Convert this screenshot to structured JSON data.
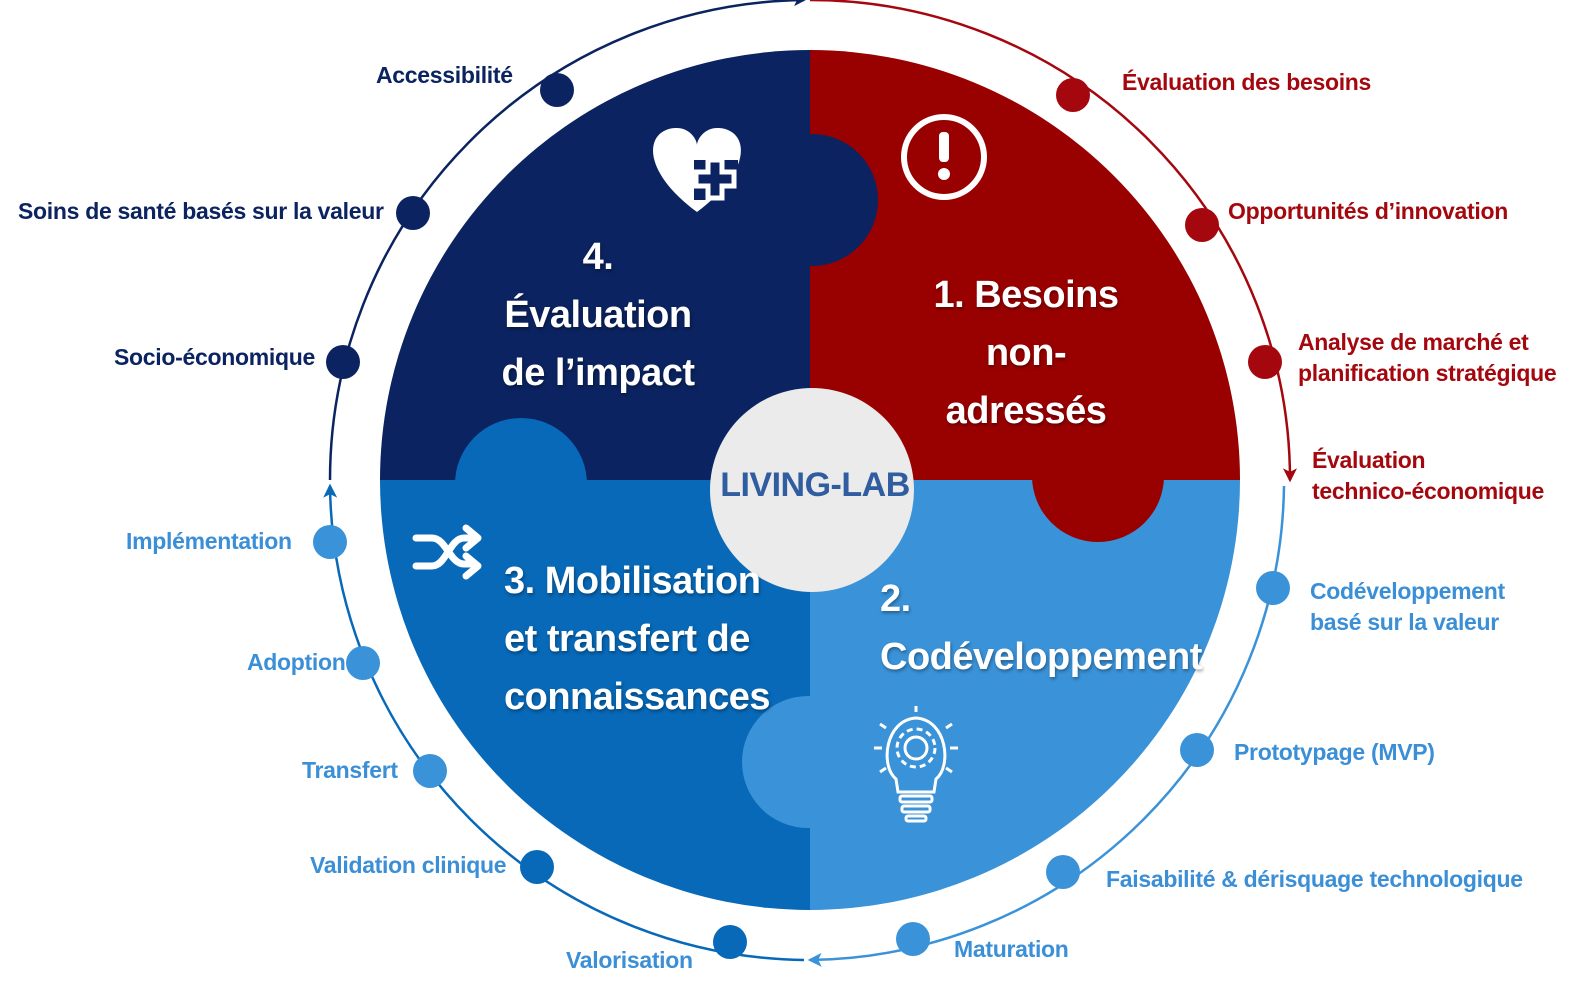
{
  "center": {
    "label": "LIVING-LAB"
  },
  "quadrants": [
    {
      "id": "q1",
      "lines": [
        "1. Besoins",
        "non-adressés"
      ],
      "color": "#990000",
      "icon": "exclamation-circle-icon"
    },
    {
      "id": "q2",
      "lines": [
        "2.",
        "Codéveloppement"
      ],
      "color": "#3a92d8",
      "icon": "lightbulb-gear-icon"
    },
    {
      "id": "q3",
      "lines": [
        "3. Mobilisation",
        "et transfert de",
        "connaissances"
      ],
      "color": "#0769b8",
      "icon": "shuffle-icon"
    },
    {
      "id": "q4",
      "lines": [
        "4.",
        "Évaluation",
        "de l’impact"
      ],
      "color": "#0b2360",
      "icon": "heart-plus-icon"
    }
  ],
  "ring_labels": {
    "red": {
      "color": "#a4080e",
      "items": [
        {
          "lines": [
            "Évaluation des besoins"
          ]
        },
        {
          "lines": [
            "Opportunités d’innovation"
          ]
        },
        {
          "lines": [
            "Analyse de marché et",
            "planification stratégique"
          ]
        },
        {
          "lines": [
            "Évaluation",
            "technico-économique"
          ]
        }
      ]
    },
    "lightblue": {
      "color": "#3b8fd6",
      "items": [
        {
          "lines": [
            "Codéveloppement",
            "basé sur la valeur"
          ]
        },
        {
          "lines": [
            "Prototypage (MVP)"
          ]
        },
        {
          "lines": [
            "Faisabilité & dérisquage technologique"
          ]
        },
        {
          "lines": [
            "Maturation"
          ]
        }
      ]
    },
    "blue": {
      "color": "#0769b8",
      "items": [
        {
          "lines": [
            "Valorisation"
          ]
        },
        {
          "lines": [
            "Validation clinique"
          ]
        },
        {
          "lines": [
            "Transfert"
          ]
        },
        {
          "lines": [
            "Adoption"
          ]
        },
        {
          "lines": [
            "Implémentation"
          ]
        }
      ]
    },
    "navy": {
      "color": "#0b2360",
      "items": [
        {
          "lines": [
            "Socio-économique"
          ]
        },
        {
          "lines": [
            "Soins de santé basés sur la valeur"
          ]
        },
        {
          "lines": [
            "Accessibilité"
          ]
        }
      ]
    }
  }
}
